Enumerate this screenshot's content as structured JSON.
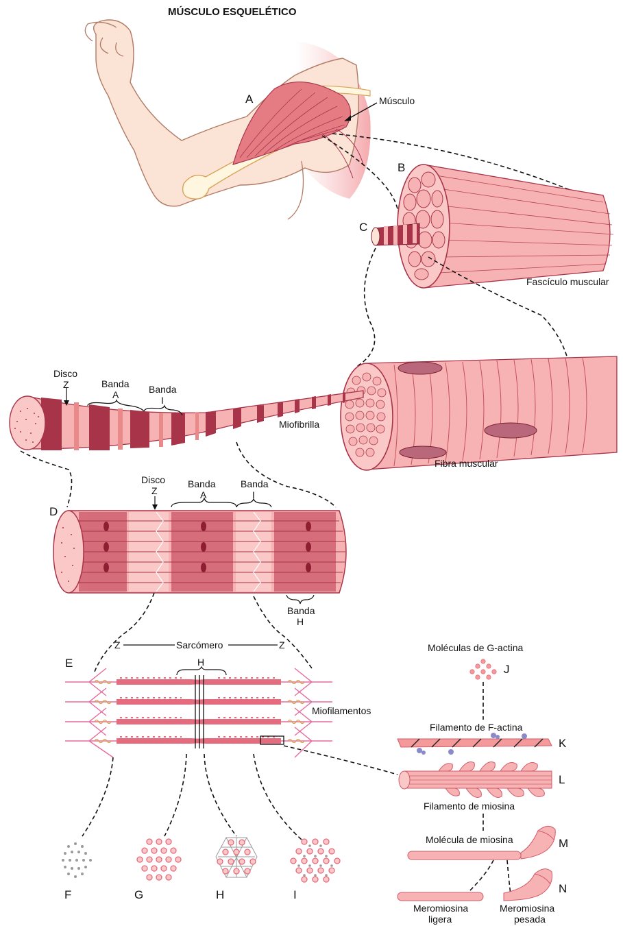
{
  "title": "MÚSCULO ESQUELÉTICO",
  "colors": {
    "muscle_light": "#f7b3b3",
    "muscle_mid": "#e88a8a",
    "muscle_dark": "#a8344a",
    "skin": "#fbe3d6",
    "skin_outline": "#b07a63",
    "bone": "#fff6e0",
    "bone_outline": "#d9a35a",
    "actin": "#e56b7e",
    "troponin": "#8a8ac8"
  },
  "labels": {
    "A": "A",
    "musculo": "Músculo",
    "B": "B",
    "fasciculo": "Fascículo muscular",
    "C": "C",
    "disco_z_1": "Disco",
    "z_1": "Z",
    "banda_a_1": "Banda",
    "a_1": "A",
    "banda_i_1": "Banda",
    "i_1": "I",
    "miofibrilla": "Miofibrilla",
    "fibra": "Fibra muscular",
    "D": "D",
    "disco_z_2": "Disco",
    "z_2": "Z",
    "banda_a_2": "Banda",
    "a_2": "A",
    "banda_i_2": "Banda",
    "i_2": "I",
    "banda_h": "Banda",
    "h_1": "H",
    "E": "E",
    "z_left": "Z",
    "sarcomero": "Sarcómero",
    "z_right": "Z",
    "h_2": "H",
    "miofilamentos": "Miofilamentos",
    "g_actina": "Moléculas de G-actina",
    "J": "J",
    "f_actina": "Filamento de F-actina",
    "K": "K",
    "L": "L",
    "miosina_fil": "Filamento de miosina",
    "miosina_mol": "Molécula de miosina",
    "M": "M",
    "N": "N",
    "mero_ligera_1": "Meromiosina",
    "mero_ligera_2": "ligera",
    "mero_pesada_1": "Meromiosina",
    "mero_pesada_2": "pesada",
    "F": "F",
    "G": "G",
    "H": "H",
    "I": "I"
  }
}
